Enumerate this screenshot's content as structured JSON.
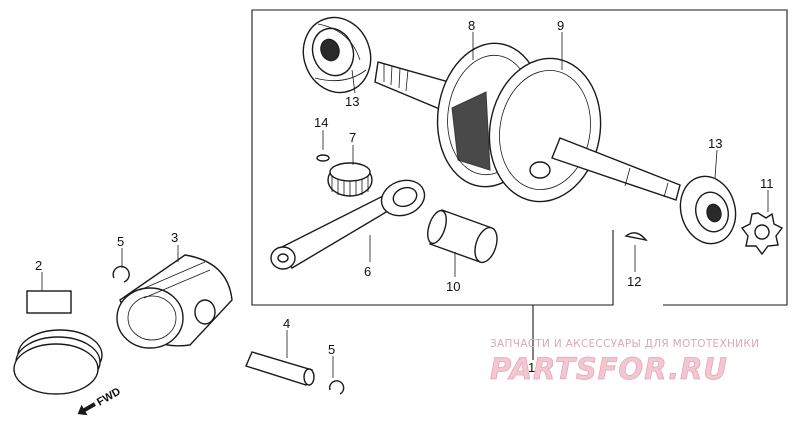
{
  "callouts": {
    "c2": "2",
    "c3": "3",
    "c4": "4",
    "c5a": "5",
    "c5b": "5",
    "c6": "6",
    "c7": "7",
    "c8": "8",
    "c9": "9",
    "c10": "10",
    "c11": "11",
    "c12": "12",
    "c13a": "13",
    "c13b": "13",
    "c14": "14",
    "c1": "1"
  },
  "direction_label": "FWD",
  "watermark": {
    "tagline": "ЗАПЧАСТИ И АКСЕССУАРЫ ДЛЯ МОТОТЕХНИКИ",
    "brand": "PARTSFOR.RU"
  },
  "colors": {
    "line": "#1a1a1a",
    "watermark": "#e9a6b4"
  }
}
